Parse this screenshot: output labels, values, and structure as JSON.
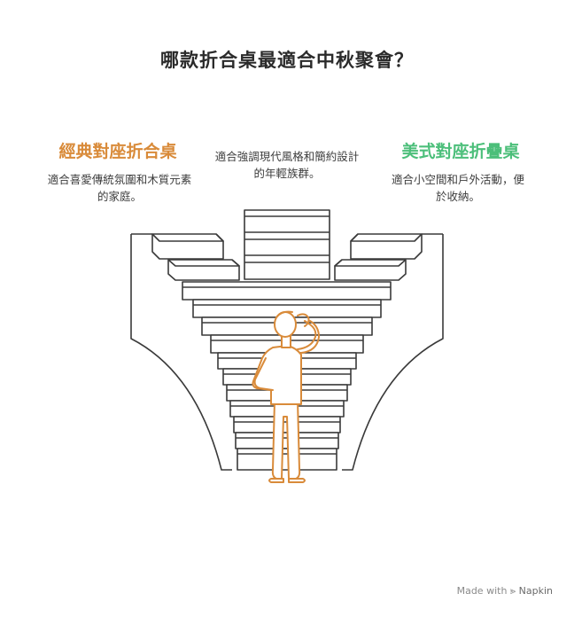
{
  "title": "哪款折合桌最適合中秋聚會？",
  "options": {
    "left": {
      "heading": "經典對座折合桌",
      "description": "適合喜愛傳統氛圍和木質元素的家庭。",
      "color": "#d98b3a"
    },
    "middle": {
      "description": "適合強調現代風格和簡約設計的年輕族群。"
    },
    "right": {
      "heading": "美式對座折疊桌",
      "description": "適合小空間和戶外活動，便於收納。",
      "color": "#4cbf7a"
    }
  },
  "person_color": "#d98b3a",
  "footer": {
    "prefix": "Made with",
    "brand": "Napkin"
  },
  "icons": [
    "napkin-logo-icon"
  ]
}
